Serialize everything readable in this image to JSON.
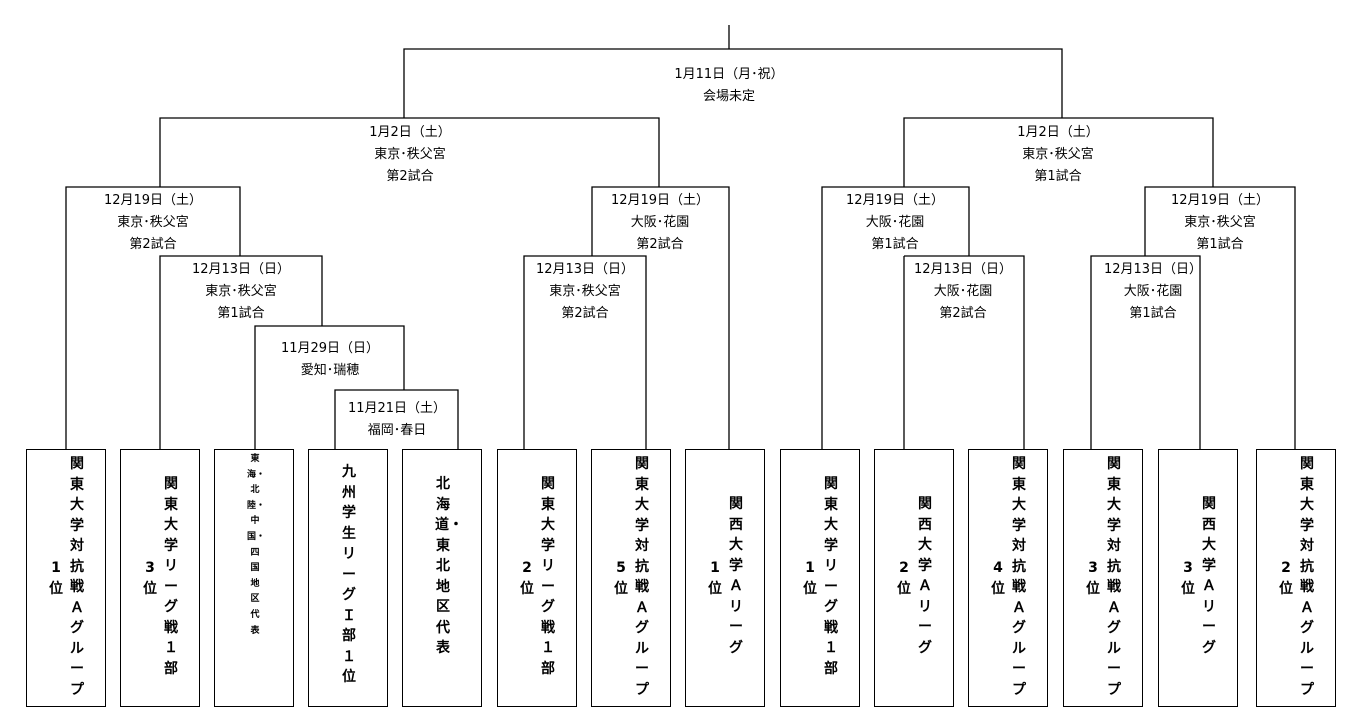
{
  "matches": {
    "final": {
      "date": "1月11日（月･祝）",
      "venue": "会場未定",
      "game": ""
    },
    "left_semi": {
      "date": "1月2日（土）",
      "venue": "東京･秩父宮",
      "game": "第2試合"
    },
    "right_semi": {
      "date": "1月2日（土）",
      "venue": "東京･秩父宮",
      "game": "第1試合"
    },
    "m1219_a": {
      "date": "12月19日（土）",
      "venue": "東京･秩父宮",
      "game": "第2試合"
    },
    "m1219_b": {
      "date": "12月19日（土）",
      "venue": "大阪･花園",
      "game": "第2試合"
    },
    "m1219_c": {
      "date": "12月19日（土）",
      "venue": "大阪･花園",
      "game": "第1試合"
    },
    "m1219_d": {
      "date": "12月19日（土）",
      "venue": "東京･秩父宮",
      "game": "第1試合"
    },
    "m1213_a": {
      "date": "12月13日（日）",
      "venue": "東京･秩父宮",
      "game": "第1試合"
    },
    "m1213_b": {
      "date": "12月13日（日）",
      "venue": "東京･秩父宮",
      "game": "第2試合"
    },
    "m1213_c": {
      "date": "12月13日（日）",
      "venue": "大阪･花園",
      "game": "第2試合"
    },
    "m1213_d": {
      "date": "12月13日（日）",
      "venue": "大阪･花園",
      "game": "第1試合"
    },
    "m1129": {
      "date": "11月29日（日）",
      "venue": "愛知･瑞穂",
      "game": ""
    },
    "m1121": {
      "date": "11月21日（土）",
      "venue": "福岡･春日",
      "game": ""
    }
  },
  "teams": [
    {
      "name": "関東大学対抗戦Ａグループ",
      "rank": "1位"
    },
    {
      "name": "関東大学リーグ戦１部",
      "rank": "3位"
    },
    {
      "name": "東海・北陸・中国・四国地区代表",
      "rank": ""
    },
    {
      "name": "九州学生リーグＩ部１位",
      "rank": ""
    },
    {
      "name": "北海道・東北地区代表",
      "rank": ""
    },
    {
      "name": "関東大学リーグ戦１部",
      "rank": "2位"
    },
    {
      "name": "関東大学対抗戦Ａグループ",
      "rank": "5位"
    },
    {
      "name": "関西大学Ａリーグ",
      "rank": "1位"
    },
    {
      "name": "関東大学リーグ戦１部",
      "rank": "1位"
    },
    {
      "name": "関西大学Ａリーグ",
      "rank": "2位"
    },
    {
      "name": "関東大学対抗戦Ａグループ",
      "rank": "4位"
    },
    {
      "name": "関東大学対抗戦Ａグループ",
      "rank": "3位"
    },
    {
      "name": "関西大学Ａリーグ",
      "rank": "3位"
    },
    {
      "name": "関東大学対抗戦Ａグループ",
      "rank": "2位"
    }
  ]
}
